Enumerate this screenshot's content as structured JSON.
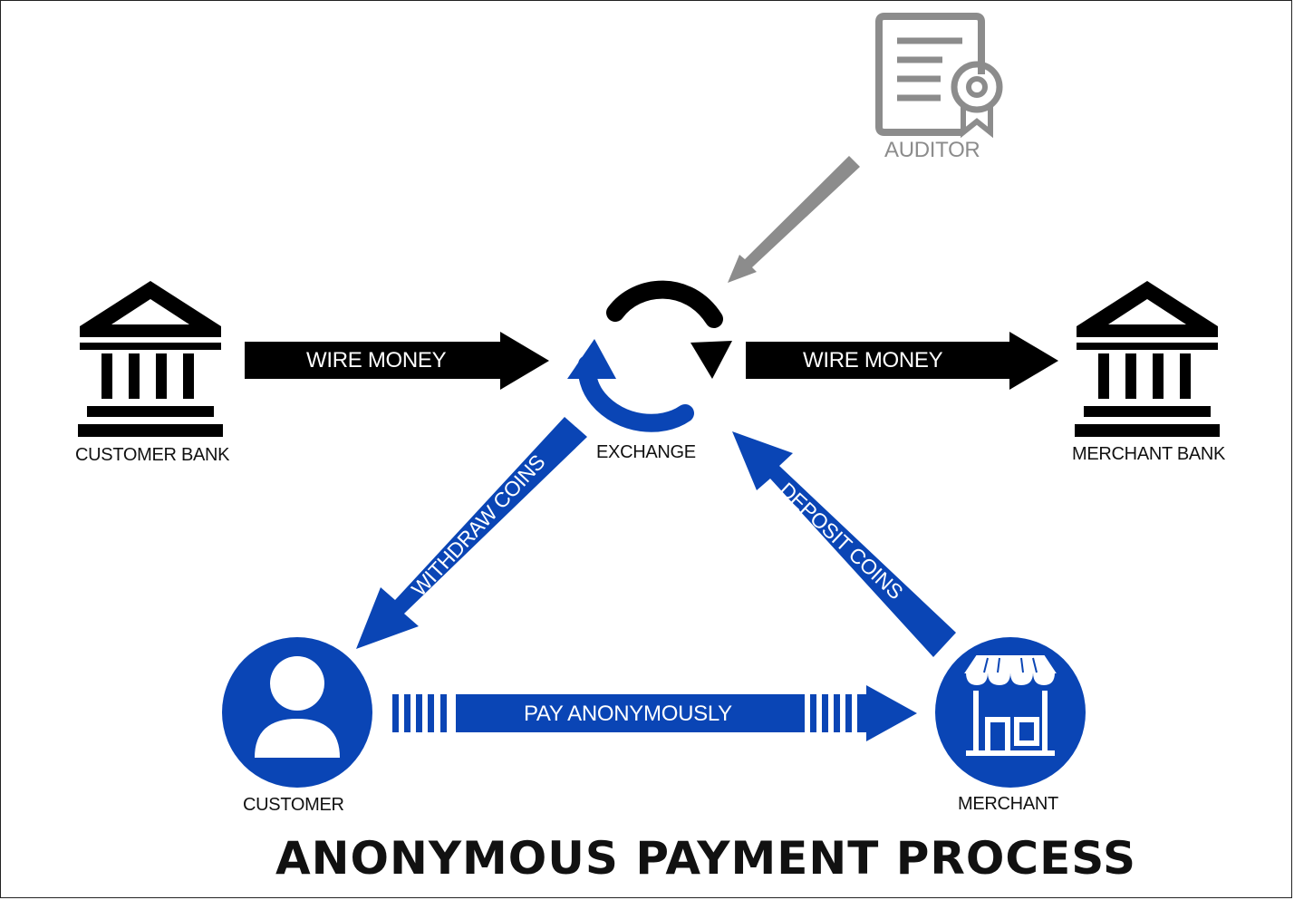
{
  "title": "ANONYMOUS PAYMENT PROCESS",
  "nodes": {
    "auditor": "AUDITOR",
    "customer_bank": "CUSTOMER BANK",
    "exchange": "EXCHANGE",
    "merchant_bank": "MERCHANT BANK",
    "customer": "CUSTOMER",
    "merchant": "MERCHANT"
  },
  "arrows": {
    "wire_money_left": "WIRE MONEY",
    "wire_money_right": "WIRE MONEY",
    "withdraw_coins": "WITHDRAW COINS",
    "deposit_coins": "DEPOSIT COINS",
    "pay_anonymously": "PAY ANONYMOUSLY"
  },
  "colors": {
    "blue": "#0a45b5",
    "black": "#000000",
    "gray": "#8c8c8c"
  },
  "icons": {
    "auditor": "certificate-icon",
    "customer_bank": "bank-icon",
    "merchant_bank": "bank-icon",
    "exchange": "cycle-arrows-icon",
    "customer": "user-icon",
    "merchant": "store-icon"
  }
}
